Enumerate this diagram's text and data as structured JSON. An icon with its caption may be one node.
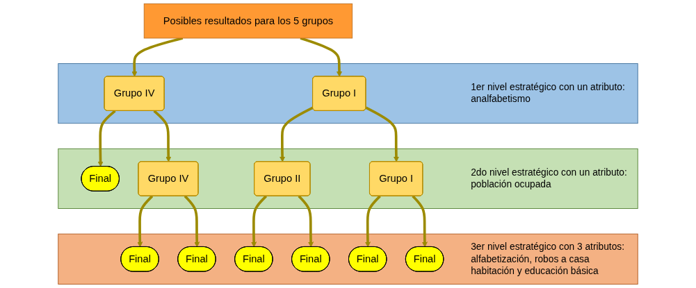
{
  "diagram": {
    "nodes": [
      {
        "text": [
          "Posibles resultados para los 5 grupos"
        ]
      },
      {
        "text": [
          "1er nivel estratégico con un atributo: analfabetismo"
        ]
      },
      {
        "text": [
          "Grupo IV"
        ],
        "in": 1
      },
      {
        "text": [
          "Grupo I"
        ],
        "in": 1
      },
      {
        "text": [
          "2do nivel estratégico con un atributo: población ocupada"
        ]
      },
      {
        "text": [
          "Final"
        ],
        "in": 4
      },
      {
        "text": [
          "Grupo IV"
        ],
        "in": 4
      },
      {
        "text": [
          "Grupo II"
        ],
        "in": 4
      },
      {
        "text": [
          "Grupo I"
        ],
        "in": 4
      },
      {
        "text": [
          "3er nivel estratégico con 3 atributos: alfabetización, robos a casa habitación y educación básica"
        ]
      },
      {
        "text": [
          "Final"
        ],
        "in": 9
      },
      {
        "text": [
          "Final"
        ],
        "in": 9
      },
      {
        "text": [
          "Final"
        ],
        "in": 9
      },
      {
        "text": [
          "Final"
        ],
        "in": 9
      },
      {
        "text": [
          "Final"
        ],
        "in": 9
      },
      {
        "text": [
          "Final"
        ],
        "in": 9
      }
    ],
    "edges": [
      {
        "from": 0,
        "to": 2,
        "arrow": "to"
      },
      {
        "from": 0,
        "to": 3,
        "arrow": "to"
      },
      {
        "from": 2,
        "to": 5,
        "arrow": "to"
      },
      {
        "from": 2,
        "to": 6,
        "arrow": "to"
      },
      {
        "from": 3,
        "to": 7,
        "arrow": "to"
      },
      {
        "from": 3,
        "to": 8,
        "arrow": "to"
      },
      {
        "from": 6,
        "to": 10,
        "arrow": "to"
      },
      {
        "from": 6,
        "to": 11,
        "arrow": "to"
      },
      {
        "from": 7,
        "to": 12,
        "arrow": "to"
      },
      {
        "from": 7,
        "to": 13,
        "arrow": "to"
      },
      {
        "from": 8,
        "to": 14,
        "arrow": "to"
      },
      {
        "from": 8,
        "to": 15,
        "arrow": "to"
      }
    ]
  }
}
